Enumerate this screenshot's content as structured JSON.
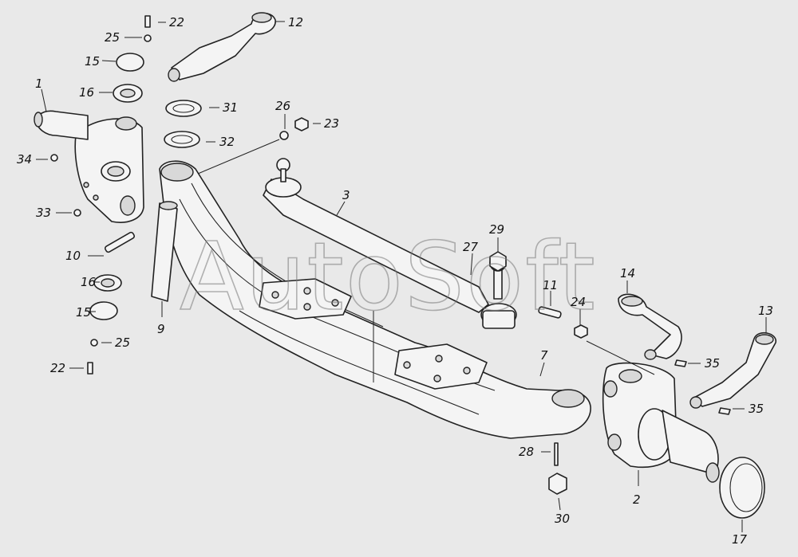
{
  "watermark": "AutoSoft",
  "callouts": [
    {
      "id": "c1",
      "text": "1"
    },
    {
      "id": "c2",
      "text": "2"
    },
    {
      "id": "c3",
      "text": "3"
    },
    {
      "id": "c7",
      "text": "7"
    },
    {
      "id": "c9",
      "text": "9"
    },
    {
      "id": "c10",
      "text": "10"
    },
    {
      "id": "c11",
      "text": "11"
    },
    {
      "id": "c12",
      "text": "12"
    },
    {
      "id": "c13",
      "text": "13"
    },
    {
      "id": "c14",
      "text": "14"
    },
    {
      "id": "c15a",
      "text": "15"
    },
    {
      "id": "c15b",
      "text": "15"
    },
    {
      "id": "c16a",
      "text": "16"
    },
    {
      "id": "c16b",
      "text": "16"
    },
    {
      "id": "c17",
      "text": "17"
    },
    {
      "id": "c22a",
      "text": "22"
    },
    {
      "id": "c22b",
      "text": "22"
    },
    {
      "id": "c23",
      "text": "23"
    },
    {
      "id": "c24",
      "text": "24"
    },
    {
      "id": "c25a",
      "text": "25"
    },
    {
      "id": "c25b",
      "text": "25"
    },
    {
      "id": "c26",
      "text": "26"
    },
    {
      "id": "c27",
      "text": "27"
    },
    {
      "id": "c28",
      "text": "28"
    },
    {
      "id": "c29",
      "text": "29"
    },
    {
      "id": "c30",
      "text": "30"
    },
    {
      "id": "c31",
      "text": "31"
    },
    {
      "id": "c32",
      "text": "32"
    },
    {
      "id": "c33",
      "text": "33"
    },
    {
      "id": "c34",
      "text": "34"
    },
    {
      "id": "c35a",
      "text": "35"
    },
    {
      "id": "c35b",
      "text": "35"
    }
  ]
}
